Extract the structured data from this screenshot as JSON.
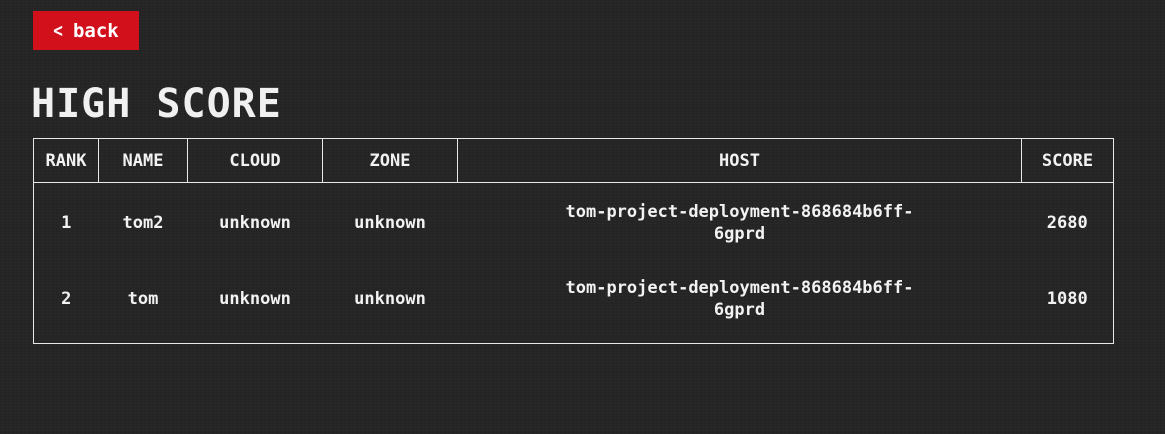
{
  "back_button": {
    "chevron": "<",
    "label": "back"
  },
  "page_title": "HIGH SCORE",
  "table": {
    "columns": {
      "rank": "RANK",
      "name": "NAME",
      "cloud": "CLOUD",
      "zone": "ZONE",
      "host": "HOST",
      "score": "SCORE"
    },
    "rows": [
      {
        "rank": "1",
        "name": "tom2",
        "cloud": "unknown",
        "zone": "unknown",
        "host_line1": "tom-project-deployment-868684b6ff-",
        "host_line2": "6gprd",
        "score": "2680"
      },
      {
        "rank": "2",
        "name": "tom",
        "cloud": "unknown",
        "zone": "unknown",
        "host_line1": "tom-project-deployment-868684b6ff-",
        "host_line2": "6gprd",
        "score": "1080"
      }
    ]
  },
  "colors": {
    "background": "#252525",
    "accent": "#d2101c",
    "text": "#f2f2f2",
    "border": "#e8e8e8"
  }
}
